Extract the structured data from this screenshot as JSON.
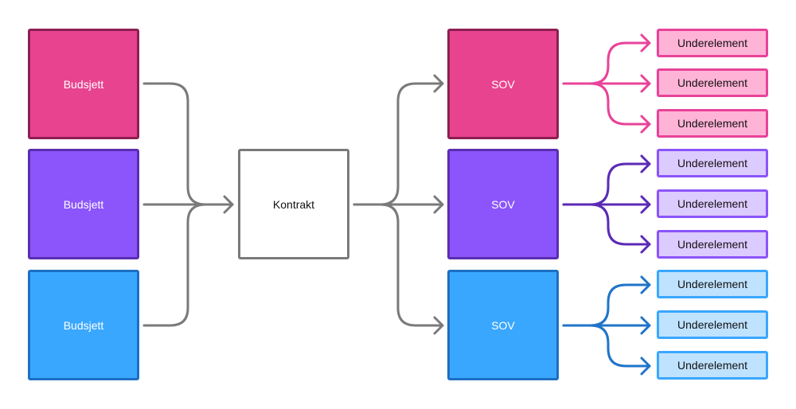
{
  "diagram": {
    "contract_label": "Kontrakt",
    "budgets": [
      {
        "label": "Budsjett",
        "fill": "#e8438f",
        "border": "#8c1f52"
      },
      {
        "label": "Budsjett",
        "fill": "#8b55fb",
        "border": "#5a2db0"
      },
      {
        "label": "Budsjett",
        "fill": "#3aa7ff",
        "border": "#1d6fc2"
      }
    ],
    "sov_groups": [
      {
        "label": "SOV",
        "fill": "#e8438f",
        "border": "#8c1f52",
        "arrow_color": "#e8439a",
        "sub_fill": "#ffb3d7",
        "sub_border": "#e8439a",
        "children": [
          "Underelement",
          "Underelement",
          "Underelement"
        ]
      },
      {
        "label": "SOV",
        "fill": "#8b55fb",
        "border": "#5a2db0",
        "arrow_color": "#5b2ab5",
        "sub_fill": "#dccbff",
        "sub_border": "#8b55fb",
        "children": [
          "Underelement",
          "Underelement",
          "Underelement"
        ]
      },
      {
        "label": "SOV",
        "fill": "#3aa7ff",
        "border": "#1d6fc2",
        "arrow_color": "#1f74c9",
        "sub_fill": "#bfe2ff",
        "sub_border": "#3aa7ff",
        "children": [
          "Underelement",
          "Underelement",
          "Underelement"
        ]
      }
    ],
    "connector_color": "#7a7a7a"
  }
}
